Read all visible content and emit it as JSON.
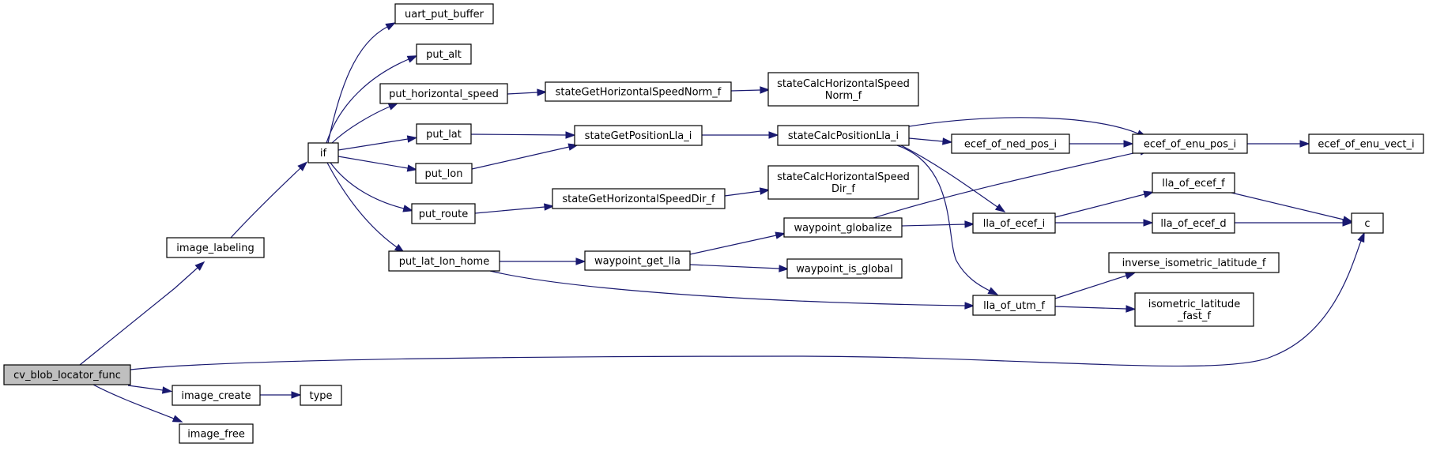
{
  "colors": {
    "edge": "#191970",
    "root_fill": "#bfbfbf",
    "node_fill": "#ffffff",
    "border": "#000000"
  },
  "nodes": {
    "cv_blob_locator_func": [
      "cv_blob_locator_func"
    ],
    "image_labeling": [
      "image_labeling"
    ],
    "image_create": [
      "image_create"
    ],
    "image_free": [
      "image_free"
    ],
    "type": [
      "type"
    ],
    "if": [
      "if"
    ],
    "uart_put_buffer": [
      "uart_put_buffer"
    ],
    "put_alt": [
      "put_alt"
    ],
    "put_horizontal_speed": [
      "put_horizontal_speed"
    ],
    "put_lat": [
      "put_lat"
    ],
    "put_lon": [
      "put_lon"
    ],
    "put_route": [
      "put_route"
    ],
    "put_lat_lon_home": [
      "put_lat_lon_home"
    ],
    "stateGetHorizontalSpeedNorm_f": [
      "stateGetHorizontalSpeedNorm_f"
    ],
    "stateCalcHorizontalSpeedNorm_f": [
      "stateCalcHorizontalSpeed",
      "Norm_f"
    ],
    "stateGetPositionLla_i": [
      "stateGetPositionLla_i"
    ],
    "stateCalcPositionLla_i": [
      "stateCalcPositionLla_i"
    ],
    "stateGetHorizontalSpeedDir_f": [
      "stateGetHorizontalSpeedDir_f"
    ],
    "stateCalcHorizontalSpeedDir_f": [
      "stateCalcHorizontalSpeed",
      "Dir_f"
    ],
    "waypoint_get_lla": [
      "waypoint_get_lla"
    ],
    "waypoint_globalize": [
      "waypoint_globalize"
    ],
    "waypoint_is_global": [
      "waypoint_is_global"
    ],
    "ecef_of_ned_pos_i": [
      "ecef_of_ned_pos_i"
    ],
    "ecef_of_enu_pos_i": [
      "ecef_of_enu_pos_i"
    ],
    "ecef_of_enu_vect_i": [
      "ecef_of_enu_vect_i"
    ],
    "lla_of_ecef_i": [
      "lla_of_ecef_i"
    ],
    "lla_of_ecef_f": [
      "lla_of_ecef_f"
    ],
    "lla_of_ecef_d": [
      "lla_of_ecef_d"
    ],
    "c": [
      "c"
    ],
    "lla_of_utm_f": [
      "lla_of_utm_f"
    ],
    "inverse_isometric_latitude_f": [
      "inverse_isometric_latitude_f"
    ],
    "isometric_latitude_fast_f": [
      "isometric_latitude",
      "_fast_f"
    ]
  },
  "edges": [
    [
      "cv_blob_locator_func",
      "image_labeling"
    ],
    [
      "cv_blob_locator_func",
      "c"
    ],
    [
      "cv_blob_locator_func",
      "image_create"
    ],
    [
      "cv_blob_locator_func",
      "image_free"
    ],
    [
      "image_labeling",
      "if"
    ],
    [
      "image_create",
      "type"
    ],
    [
      "if",
      "uart_put_buffer"
    ],
    [
      "if",
      "put_alt"
    ],
    [
      "if",
      "put_horizontal_speed"
    ],
    [
      "if",
      "put_lat"
    ],
    [
      "if",
      "put_lon"
    ],
    [
      "if",
      "put_route"
    ],
    [
      "if",
      "put_lat_lon_home"
    ],
    [
      "put_horizontal_speed",
      "stateGetHorizontalSpeedNorm_f"
    ],
    [
      "stateGetHorizontalSpeedNorm_f",
      "stateCalcHorizontalSpeedNorm_f"
    ],
    [
      "put_lat",
      "stateGetPositionLla_i"
    ],
    [
      "put_lon",
      "stateGetPositionLla_i"
    ],
    [
      "stateGetPositionLla_i",
      "stateCalcPositionLla_i"
    ],
    [
      "put_route",
      "stateGetHorizontalSpeedDir_f"
    ],
    [
      "stateGetHorizontalSpeedDir_f",
      "stateCalcHorizontalSpeedDir_f"
    ],
    [
      "put_lat_lon_home",
      "waypoint_get_lla"
    ],
    [
      "put_lat_lon_home",
      "lla_of_utm_f"
    ],
    [
      "waypoint_get_lla",
      "waypoint_globalize"
    ],
    [
      "waypoint_get_lla",
      "waypoint_is_global"
    ],
    [
      "waypoint_globalize",
      "ecef_of_enu_pos_i"
    ],
    [
      "waypoint_globalize",
      "lla_of_ecef_i"
    ],
    [
      "stateCalcPositionLla_i",
      "ecef_of_enu_pos_i"
    ],
    [
      "stateCalcPositionLla_i",
      "ecef_of_ned_pos_i"
    ],
    [
      "stateCalcPositionLla_i",
      "lla_of_ecef_i"
    ],
    [
      "stateCalcPositionLla_i",
      "lla_of_utm_f"
    ],
    [
      "ecef_of_ned_pos_i",
      "ecef_of_enu_pos_i"
    ],
    [
      "ecef_of_enu_pos_i",
      "ecef_of_enu_vect_i"
    ],
    [
      "lla_of_ecef_i",
      "lla_of_ecef_f"
    ],
    [
      "lla_of_ecef_i",
      "lla_of_ecef_d"
    ],
    [
      "lla_of_ecef_f",
      "c"
    ],
    [
      "lla_of_ecef_d",
      "c"
    ],
    [
      "lla_of_utm_f",
      "inverse_isometric_latitude_f"
    ],
    [
      "lla_of_utm_f",
      "isometric_latitude_fast_f"
    ]
  ]
}
